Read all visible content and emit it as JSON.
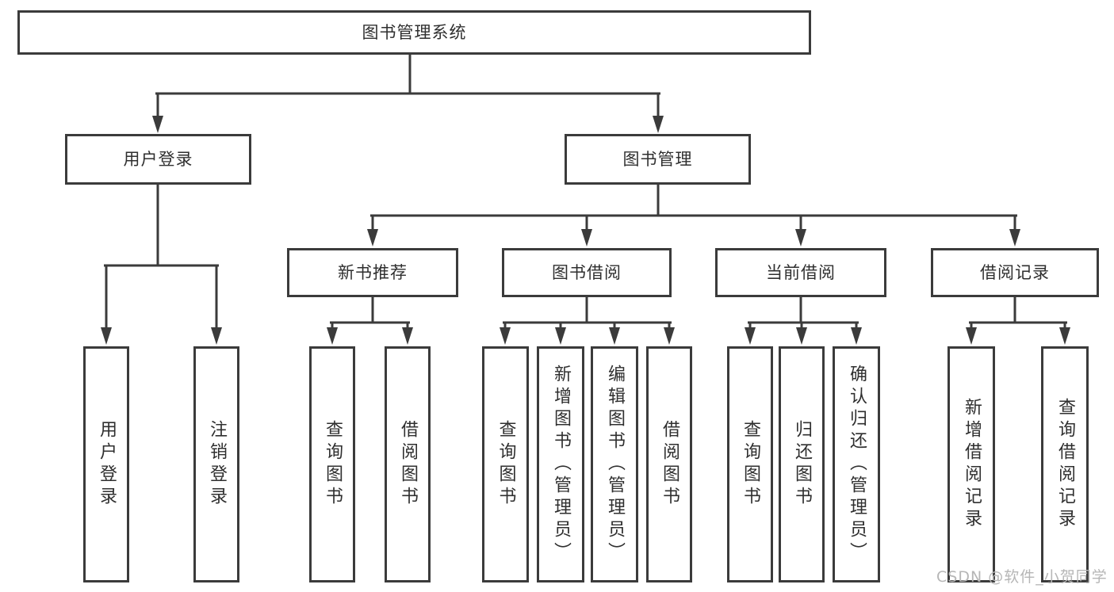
{
  "tree": {
    "label": "图书管理系统",
    "children": [
      {
        "label": "用户登录",
        "children": [
          {
            "label": "用户登录"
          },
          {
            "label": "注销登录"
          }
        ]
      },
      {
        "label": "图书管理",
        "children": [
          {
            "label": "新书推荐",
            "children": [
              {
                "label": "查询图书"
              },
              {
                "label": "借阅图书"
              }
            ]
          },
          {
            "label": "图书借阅",
            "children": [
              {
                "label": "查询图书"
              },
              {
                "label": "新增图书（管理员）"
              },
              {
                "label": "编辑图书（管理员）"
              },
              {
                "label": "借阅图书"
              }
            ]
          },
          {
            "label": "当前借阅",
            "children": [
              {
                "label": "查询图书"
              },
              {
                "label": "归还图书"
              },
              {
                "label": "确认归还（管理员）"
              }
            ]
          },
          {
            "label": "借阅记录",
            "children": [
              {
                "label": "新增借阅记录"
              },
              {
                "label": "查询借阅记录"
              }
            ]
          }
        ]
      }
    ]
  },
  "watermark": {
    "text": "CSDN @软件_小贺同学"
  },
  "colors": {
    "line": "#3b3b3b",
    "text": "#2f2f2f",
    "background": "#ffffff",
    "watermark": "#b6b6b6"
  }
}
